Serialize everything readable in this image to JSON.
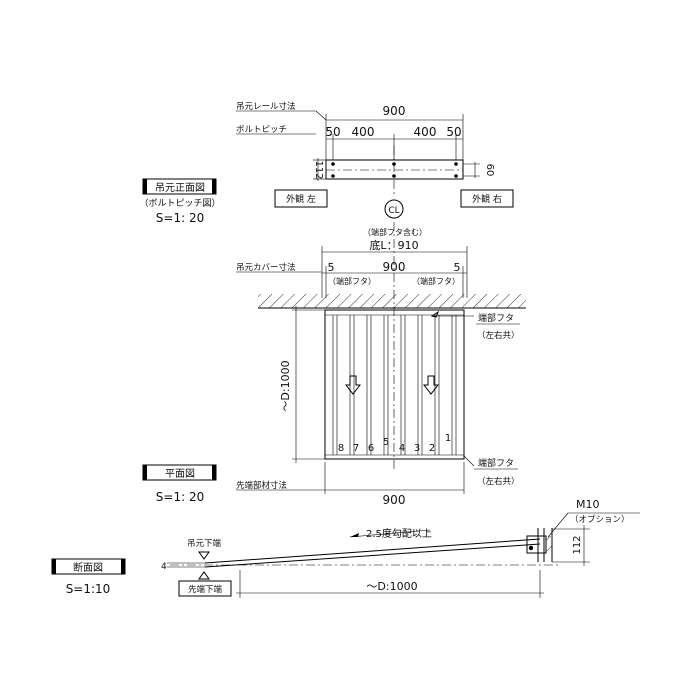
{
  "front_view": {
    "rail_dim_label": "吊元レール寸法",
    "bolt_pitch_label": "ボルトピッチ",
    "rail_width": "900",
    "pitch_50_left": "50",
    "pitch_400_left": "400",
    "pitch_400_right": "400",
    "pitch_50_right": "50",
    "height_112": "112",
    "height_60": "60",
    "exterior_left": "外観 左",
    "exterior_right": "外観 右",
    "title": "吊元正面図",
    "subtitle": "（ボルトピッチ図）",
    "scale": "S=1: 20",
    "centerline": "CL"
  },
  "plan_view": {
    "end_cap_note": "（端部フタ含む）",
    "bottom_length": "底L：910",
    "cover_dim_label": "吊元カバー寸法",
    "cover_5_left": "5",
    "cover_900": "900",
    "cover_5_right": "5",
    "end_cap_left": "（端部フタ）",
    "end_cap_right": "（端部フタ）",
    "end_cap_top": "端部フタ",
    "both_sides_top": "（左右共）",
    "depth": "～D:1000",
    "slat_numbers": [
      "8",
      "7",
      "6",
      "5",
      "4",
      "3",
      "2",
      "1"
    ],
    "end_cap_bottom": "端部フタ",
    "both_sides_bottom": "（左右共）",
    "title": "平面図",
    "scale": "S=1: 20",
    "tip_dim_label": "先端部材寸法",
    "tip_width": "900"
  },
  "section_view": {
    "bolt": "M10",
    "option": "（オプション）",
    "slope": "2.5度勾配以上",
    "hinge_low": "吊元下端",
    "tip_low": "先端下端",
    "offset": "4",
    "height": "112",
    "depth": "～D:1000",
    "title": "断面図",
    "scale": "S=1:10"
  }
}
